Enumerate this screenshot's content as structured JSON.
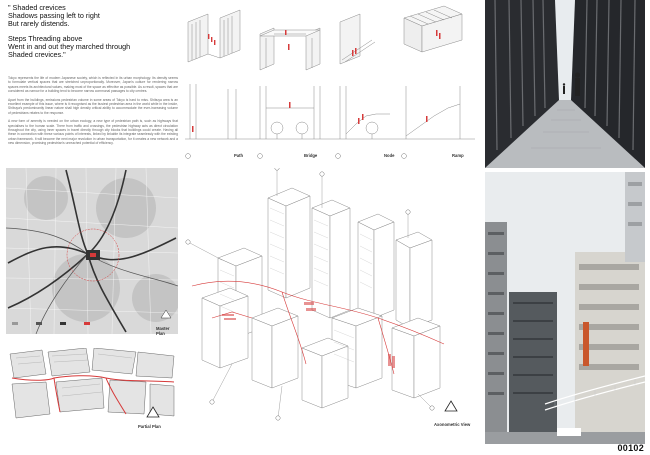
{
  "poem": {
    "stanza1": "\" Shaded crevices\nShadows passing left to right\nBut rarely distends.",
    "stanza2": "Steps Threading above\nWent in and out they marched through\nShaded crevices.\""
  },
  "essay": {
    "p1": "Tokyo represents the life of modern Japanese society, which is reflected in its urban morphology. Its density seems to formulate vertical spaces that are stretched unproportionally. Moreover, Japan's culture for rendering narrow spaces meets its architectural values, making most of the space as effective as possible. As a result, spaces that are considered as narrow for a building tend to become narrow communal passages to city centres.",
    "p2": "Apart from the buildings, emissions pedestrian volume in some areas of Tokyo is hard to miss. Shibuya area is an excellent example of this issue, where is it recognised as the busiest pedestrian area in the world while in the inside, Shibuya's predominantly linear nature shall high density critical ability to accommodate the ever-increasing volume of pedestrians relates to the response.",
    "p3": "A new form of amenity is needed on the urban ecology, a new type of pedestrian path is, such as highways that specialises to the human scale. There from traffic and crossings, the pedestrian highway acts as direct circulation throughout the city, using inner spaces in travel directly through city blocks that buildings could create. Having all these in connection with these various points of interests, linked by linkable its integrate seamlessly with the existing urban framework. It will become the next major revolution in urban transportation, for it creates a new network and a new dimension, promising pedestrian's unreached potential of efficiency."
  },
  "cases": [
    {
      "label": "Path"
    },
    {
      "label": "Bridge"
    },
    {
      "label": "Node"
    },
    {
      "label": "Ramp"
    }
  ],
  "plans": {
    "master": "Master Plan",
    "partial": "Partial Plan",
    "axo": "Axonometric View"
  },
  "page_number": "00102",
  "colors": {
    "accent": "#d63a3a",
    "line": "#777777",
    "map_bg": "#dcdcdc"
  }
}
